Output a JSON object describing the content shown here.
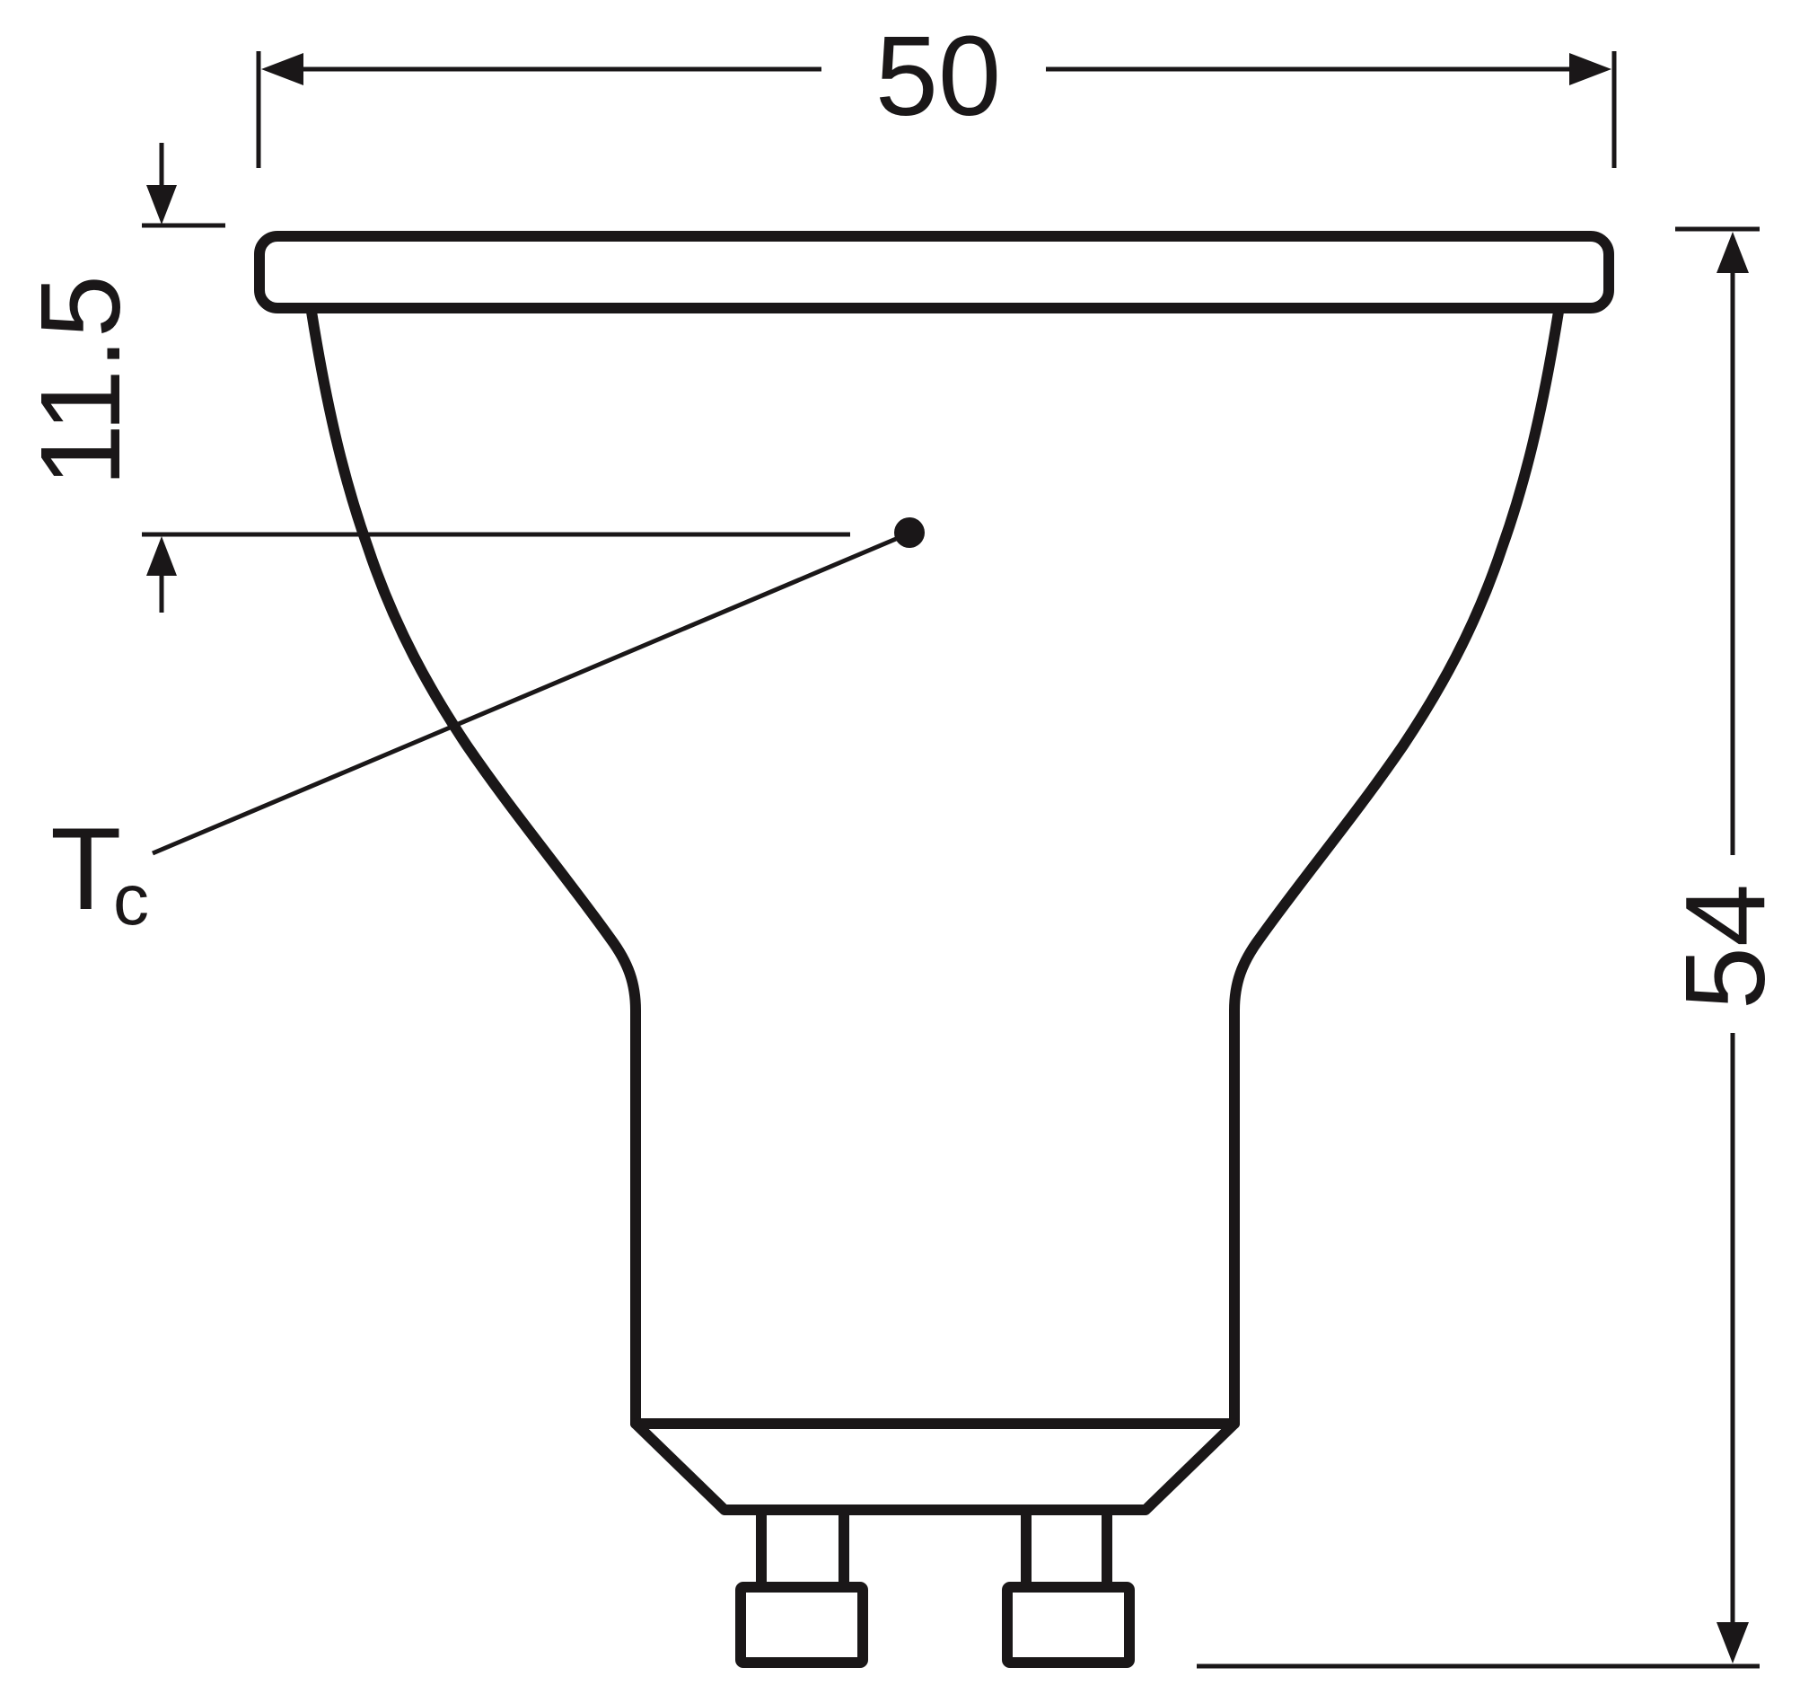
{
  "drawing": {
    "subject": "GU10 reflector lamp dimensional drawing",
    "line_color": "#1a1718",
    "background": "#ffffff"
  },
  "dimensions": {
    "width": {
      "value": "50",
      "orientation": "horizontal"
    },
    "height": {
      "value": "54",
      "orientation": "vertical"
    },
    "tc_offset": {
      "value": "11.5",
      "orientation": "vertical"
    }
  },
  "labels": {
    "tc_main": "T",
    "tc_sub": "c"
  }
}
